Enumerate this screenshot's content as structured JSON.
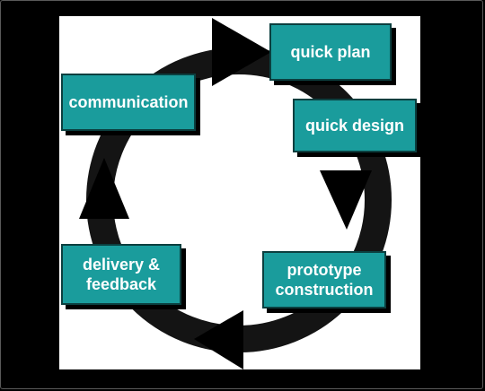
{
  "diagram": {
    "stages": {
      "quick_plan": "quick plan",
      "quick_design": "quick design",
      "prototype_construction": "prototype\nconstruction",
      "delivery_feedback": "delivery &\nfeedback",
      "communication": "communication"
    },
    "colors": {
      "box_fill": "#1a9c9c",
      "box_border": "#0b3f3f",
      "ring": "#141414",
      "arrow": "#000000",
      "text": "#ffffff"
    }
  }
}
